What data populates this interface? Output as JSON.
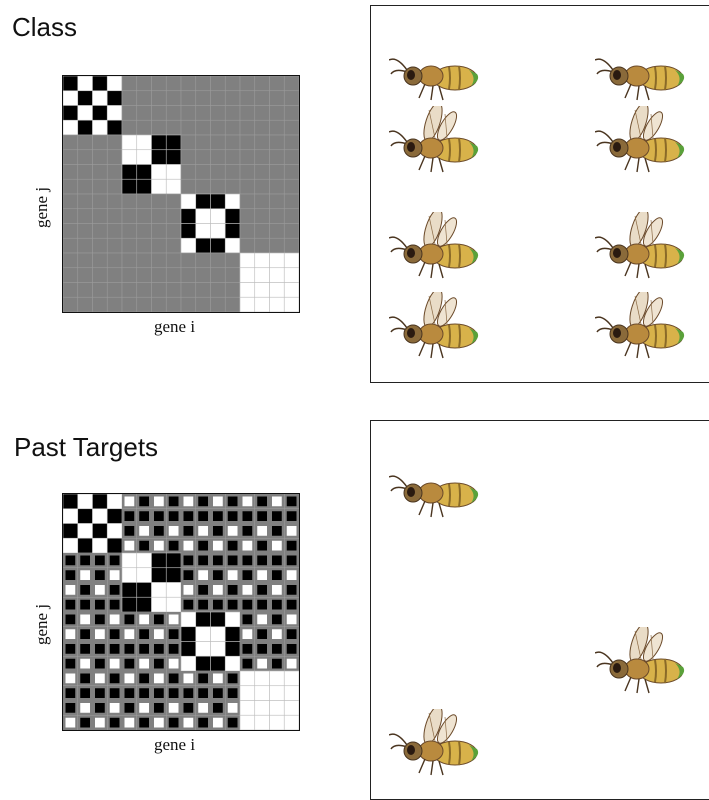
{
  "panels": [
    {
      "title": "Class",
      "xlabel": "gene i",
      "ylabel": "gene j",
      "bee_count": 8
    },
    {
      "title": "Past  Targets",
      "xlabel": "gene i",
      "ylabel": "gene j",
      "bee_count": 3
    }
  ],
  "colors": {
    "black": "#000000",
    "white": "#ffffff",
    "gray": "#808080",
    "grid": "#bdbdbd"
  }
}
